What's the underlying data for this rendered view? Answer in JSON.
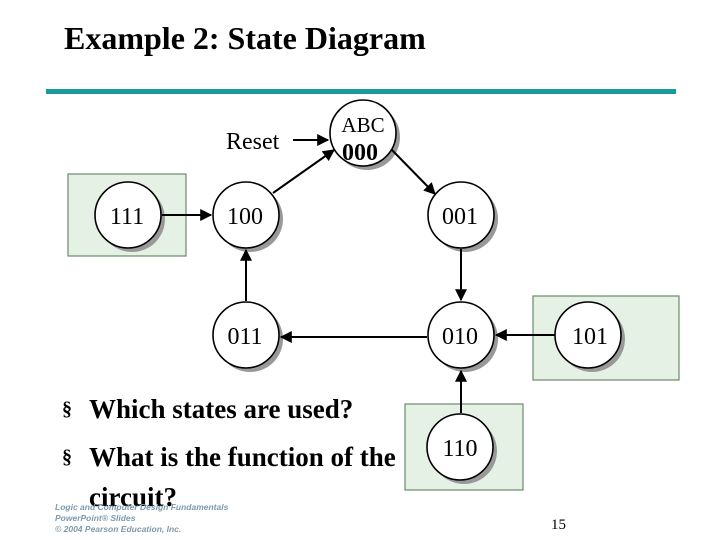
{
  "slide": {
    "title": "Example 2: State Diagram",
    "page_number": "15"
  },
  "diagram": {
    "reset_label": "Reset",
    "var_label": "ABC",
    "states": {
      "s000": "000",
      "s100": "100",
      "s001": "001",
      "s011": "011",
      "s010": "010"
    },
    "unused_states": {
      "s111": "111",
      "s101": "101",
      "s110": "110"
    }
  },
  "bullets": [
    "Which states are used?",
    "What is the function of the circuit?"
  ],
  "footer": {
    "line1": "Logic and Computer Design Fundamentals",
    "line2": "PowerPoint® Slides",
    "line3": "© 2004 Pearson Education, Inc."
  },
  "colors": {
    "rule": "#1a9a9a",
    "unused_box_fill": "#e4f1e4",
    "footer_text": "#7d99ad"
  }
}
